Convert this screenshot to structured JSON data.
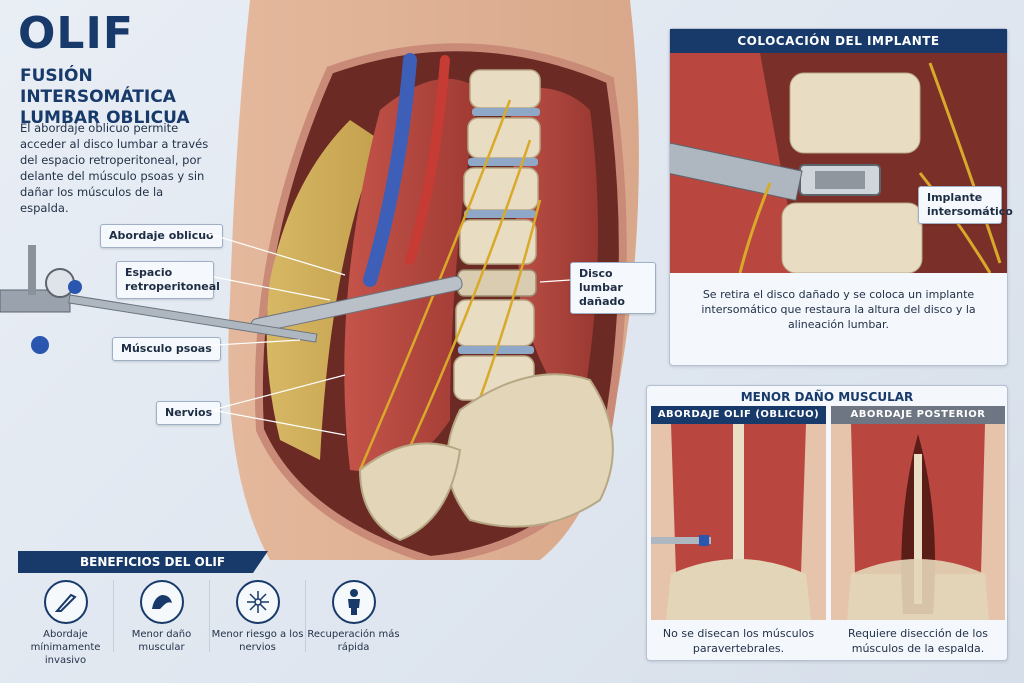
{
  "header": {
    "title": "OLIF",
    "subtitle": "FUSIÓN INTERSOMÁTICA LUMBAR OBLICUA",
    "intro": "El abordaje oblicuo permite acceder al disco lumbar a través del espacio retroperitoneal, por delante del músculo psoas y sin dañar los músculos de la espalda."
  },
  "callouts": {
    "abordaje": "Abordaje oblicuo",
    "espacio": "Espacio retroperitoneal",
    "psoas": "Músculo psoas",
    "nervios": "Nervios",
    "disco": "Disco lumbar dañado"
  },
  "implant_panel": {
    "title": "COLOCACIÓN DEL IMPLANTE",
    "label": "Implante intersomático",
    "text": "Se retira el disco dañado y se coloca un implante intersomático que restaura la altura del disco y la alineación lumbar."
  },
  "muscle_panel": {
    "title": "MENOR DAÑO MUSCULAR",
    "left_head": "ABORDAJE OLIF (OBLICUO)",
    "left_text": "No se disecan los músculos paravertebrales.",
    "right_head": "ABORDAJE POSTERIOR",
    "right_text": "Requiere disección de los músculos de la espalda."
  },
  "benefits": {
    "title": "BENEFICIOS DEL OLIF",
    "items": [
      {
        "label": "Abordaje mínimamente invasivo",
        "icon": "scalpel-icon"
      },
      {
        "label": "Menor daño muscular",
        "icon": "muscle-arm-icon"
      },
      {
        "label": "Menor riesgo a los nervios",
        "icon": "nerve-icon"
      },
      {
        "label": "Recuperación más rápida",
        "icon": "person-icon"
      }
    ]
  },
  "colors": {
    "navy": "#173a6b",
    "muscle": "#b9473f",
    "bone": "#e8dcc2",
    "nerve": "#d9a92a",
    "vein": "#3d5fb8",
    "skin": "#e7c2aa"
  }
}
